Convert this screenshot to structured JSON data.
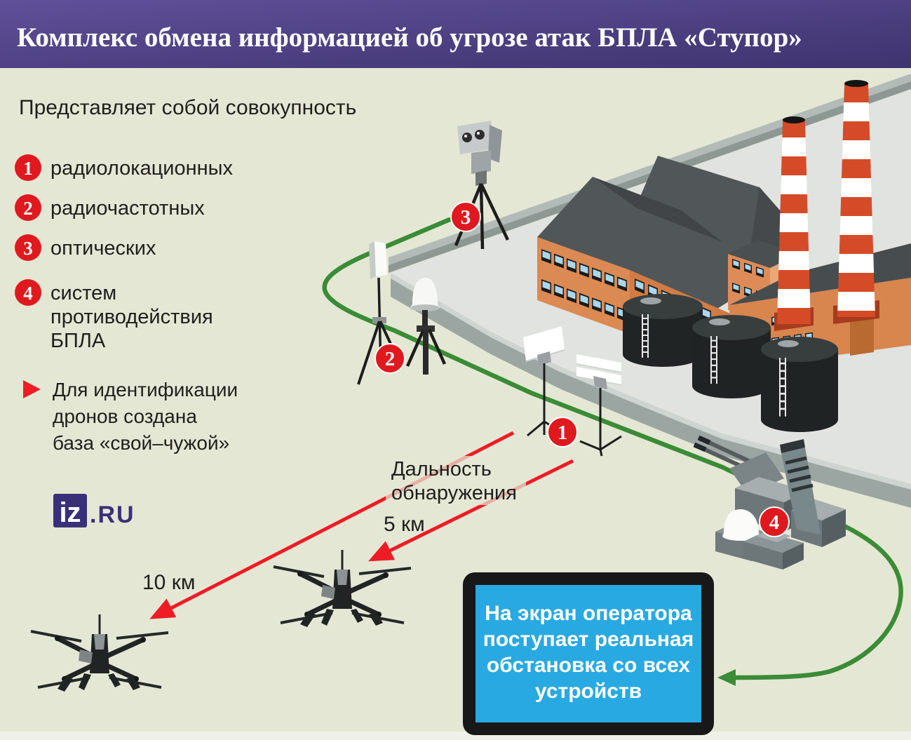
{
  "header": {
    "title": "Комплекс обмена информацией об угрозе атак БПЛА «Ступор»"
  },
  "intro": "Представляет собой совокупность",
  "legend": [
    {
      "num": "1",
      "label": "радиолокационных"
    },
    {
      "num": "2",
      "label": "радиочастотных"
    },
    {
      "num": "3",
      "label": "оптических"
    },
    {
      "num": "4",
      "lines": [
        "систем",
        "противодействия",
        "БПЛА"
      ]
    }
  ],
  "note": {
    "lines": [
      "Для идентификации",
      "дронов создана",
      "база «свой–чужой»"
    ]
  },
  "logo": {
    "box": "iz",
    "suffix": ".RU"
  },
  "diagram": {
    "markers": {
      "m1": "1",
      "m2": "2",
      "m3": "3",
      "m4": "4"
    },
    "range": {
      "title_lines": [
        "Дальность",
        "обнаружения"
      ],
      "r5": "5 км",
      "r10": "10 км"
    },
    "screen": {
      "lines": [
        "На экран оператора",
        "поступает реальная",
        "обстановка со всех",
        "устройств"
      ]
    }
  },
  "colors": {
    "background": "#e5e7d5",
    "header_from": "#60509a",
    "header_to": "#3e336e",
    "marker_red": "#e0191f",
    "arrow_red": "#ee1c25",
    "route_green": "#3a8c36",
    "screen_blue": "#29a9e1",
    "screen_frame": "#181818",
    "logo_indigo": "#3a3078",
    "building_orange": "#db8a53",
    "roof_gray": "#515659",
    "chimney_red": "#d54b28"
  }
}
